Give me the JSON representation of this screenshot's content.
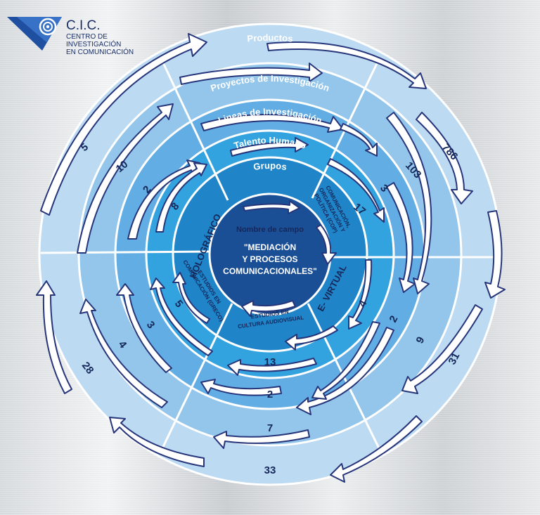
{
  "logo": {
    "short": "C.I.C.",
    "line1": "CENTRO DE",
    "line2": "INVESTIGACIÓN",
    "line3": "EN COMUNICACIÓN"
  },
  "rings": {
    "productos": "Productos",
    "proyectos": "Proyectos de Investigación",
    "lineas": "Lineas de Investigación",
    "talento": "Talento Humano",
    "grupos": "Grupos"
  },
  "center": {
    "label": "Nombre de campo",
    "line1": "\"MEDIACIÓN",
    "line2": "Y PROCESOS",
    "line3": "COMUNICACIONALES\""
  },
  "groups": {
    "holografico": "HOLOGRÁFICO",
    "cop_line1": "COMUNICACIÓN,",
    "cop_line2": "ORGANIZACIÓN Y",
    "cop_line3": "POLÍTICA (COP)",
    "evirtual": "E- VIRTUAL",
    "audiovisual_line1": "ESTUDIOS EN",
    "audiovisual_line2": "CULTURA AUDIOVISUAL",
    "greco_line1": "ESTUDIOS EN",
    "greco_line2": "COMUNICACIÓN (GRECO)"
  },
  "numbers": {
    "tl": [
      "5",
      "10",
      "2",
      "8"
    ],
    "tr": [
      "786",
      "103",
      "3",
      "17"
    ],
    "r": [
      "31",
      "9",
      "2",
      "4"
    ],
    "b": [
      "33",
      "7",
      "2",
      "13"
    ],
    "l": [
      "28",
      "4",
      "3",
      "5"
    ]
  },
  "colors": {
    "ring1": "#bcdaf2",
    "ring2": "#93c6ea",
    "ring3": "#62ade3",
    "ring4": "#33a3df",
    "ring5": "#1f84c8",
    "center": "#1b4f95",
    "arrow_outline": "#27357a"
  }
}
